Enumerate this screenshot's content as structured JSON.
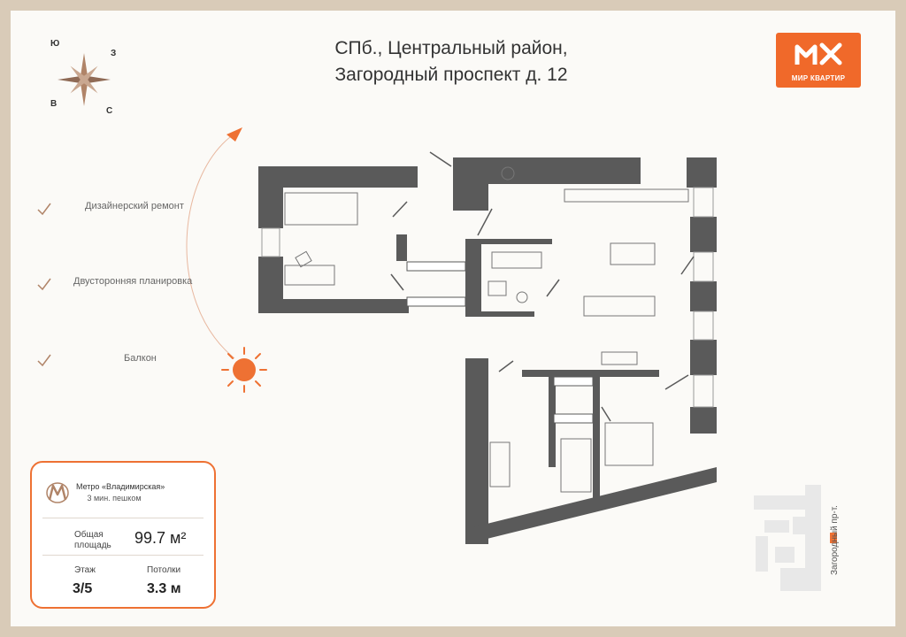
{
  "header": {
    "title_line1": "СПб., Центральный район,",
    "title_line2": "Загородный проспект д. 12"
  },
  "brand": {
    "name": "МИР КВАРТИР",
    "color": "#f0692a"
  },
  "compass": {
    "n": "Ю",
    "e": "З",
    "w": "В",
    "s": "С"
  },
  "features": [
    {
      "label": "Дизайнерский ремонт"
    },
    {
      "label": "Двусторонняя планировка"
    },
    {
      "label": "Балкон"
    }
  ],
  "info_card": {
    "metro_name": "Метро «Владимирская»",
    "metro_walk": "3 мин. пешком",
    "area_label_line1": "Общая",
    "area_label_line2": "площадь",
    "area_value": "99.7 м²",
    "floor_label": "Этаж",
    "floor_value": "3/5",
    "ceiling_label": "Потолки",
    "ceiling_value": "3.3 м"
  },
  "location_map": {
    "street_label": "Загородный пр-т."
  },
  "colors": {
    "accent": "#ee7133",
    "wall": "#5a5a5a",
    "frame": "#d9cbb8"
  },
  "icons": {
    "sun": "sun-icon",
    "moon": "moon-icon",
    "compass": "compass-rose-icon",
    "metro": "metro-icon"
  }
}
